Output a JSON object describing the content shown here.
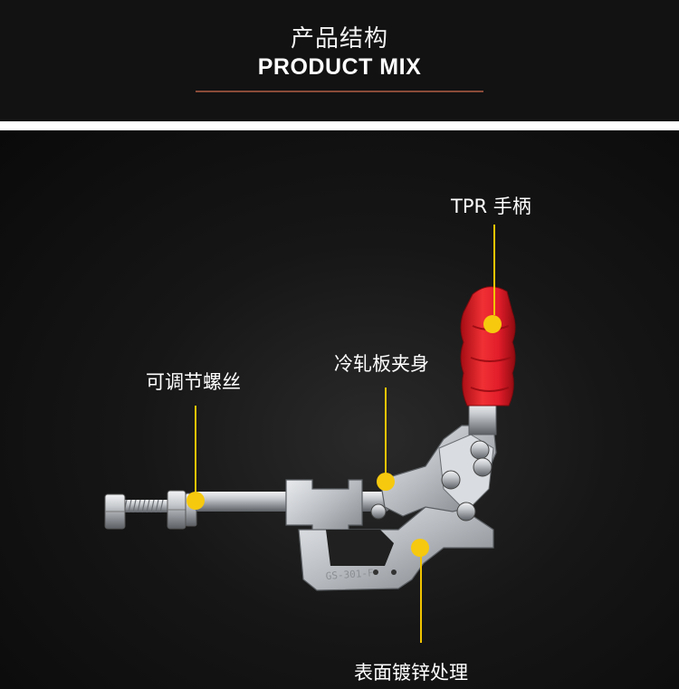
{
  "header": {
    "title_cn": "产品结构",
    "title_en": "PRODUCT MIX"
  },
  "callouts": {
    "handle": "TPR 手柄",
    "screw": "可调节螺丝",
    "body": "冷轧板夹身",
    "surface": "表面镀锌处理"
  },
  "product": {
    "part_marking": "GS-301-F"
  },
  "colors": {
    "accent_rule": "#8a4b39",
    "dot": "#f6c90e",
    "handle": "#e11d2a",
    "metal": "#c9ccd1"
  }
}
